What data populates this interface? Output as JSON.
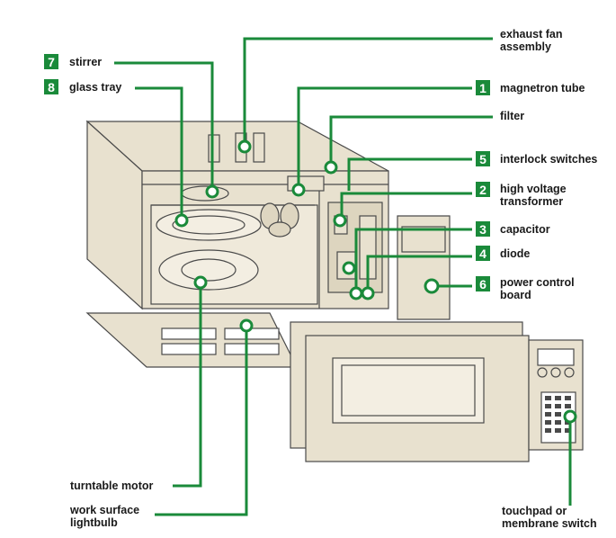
{
  "colors": {
    "leader": "#1a8a3a",
    "unit_fill": "#e8e1cf",
    "unit_stroke": "#4a4a4a",
    "badge": "#1a8a3a",
    "badge_text": "#ffffff"
  },
  "labels": {
    "exhaust_fan": [
      "exhaust fan",
      "assembly"
    ],
    "magnetron": "magnetron tube",
    "filter": "filter",
    "interlock": "interlock switches",
    "hv_transformer": [
      "high voltage",
      "transformer"
    ],
    "capacitor": "capacitor",
    "diode": "diode",
    "power_board": [
      "power control",
      "board"
    ],
    "stirrer": "stirrer",
    "glass_tray": "glass tray",
    "turntable_motor": "turntable motor",
    "work_surface": [
      "work surface",
      "lightbulb"
    ],
    "touchpad": [
      "touchpad or",
      "membrane switch"
    ]
  },
  "numbers": {
    "magnetron": "1",
    "hv_transformer": "2",
    "capacitor": "3",
    "diode": "4",
    "interlock": "5",
    "power_board": "6",
    "stirrer": "7",
    "glass_tray": "8"
  }
}
